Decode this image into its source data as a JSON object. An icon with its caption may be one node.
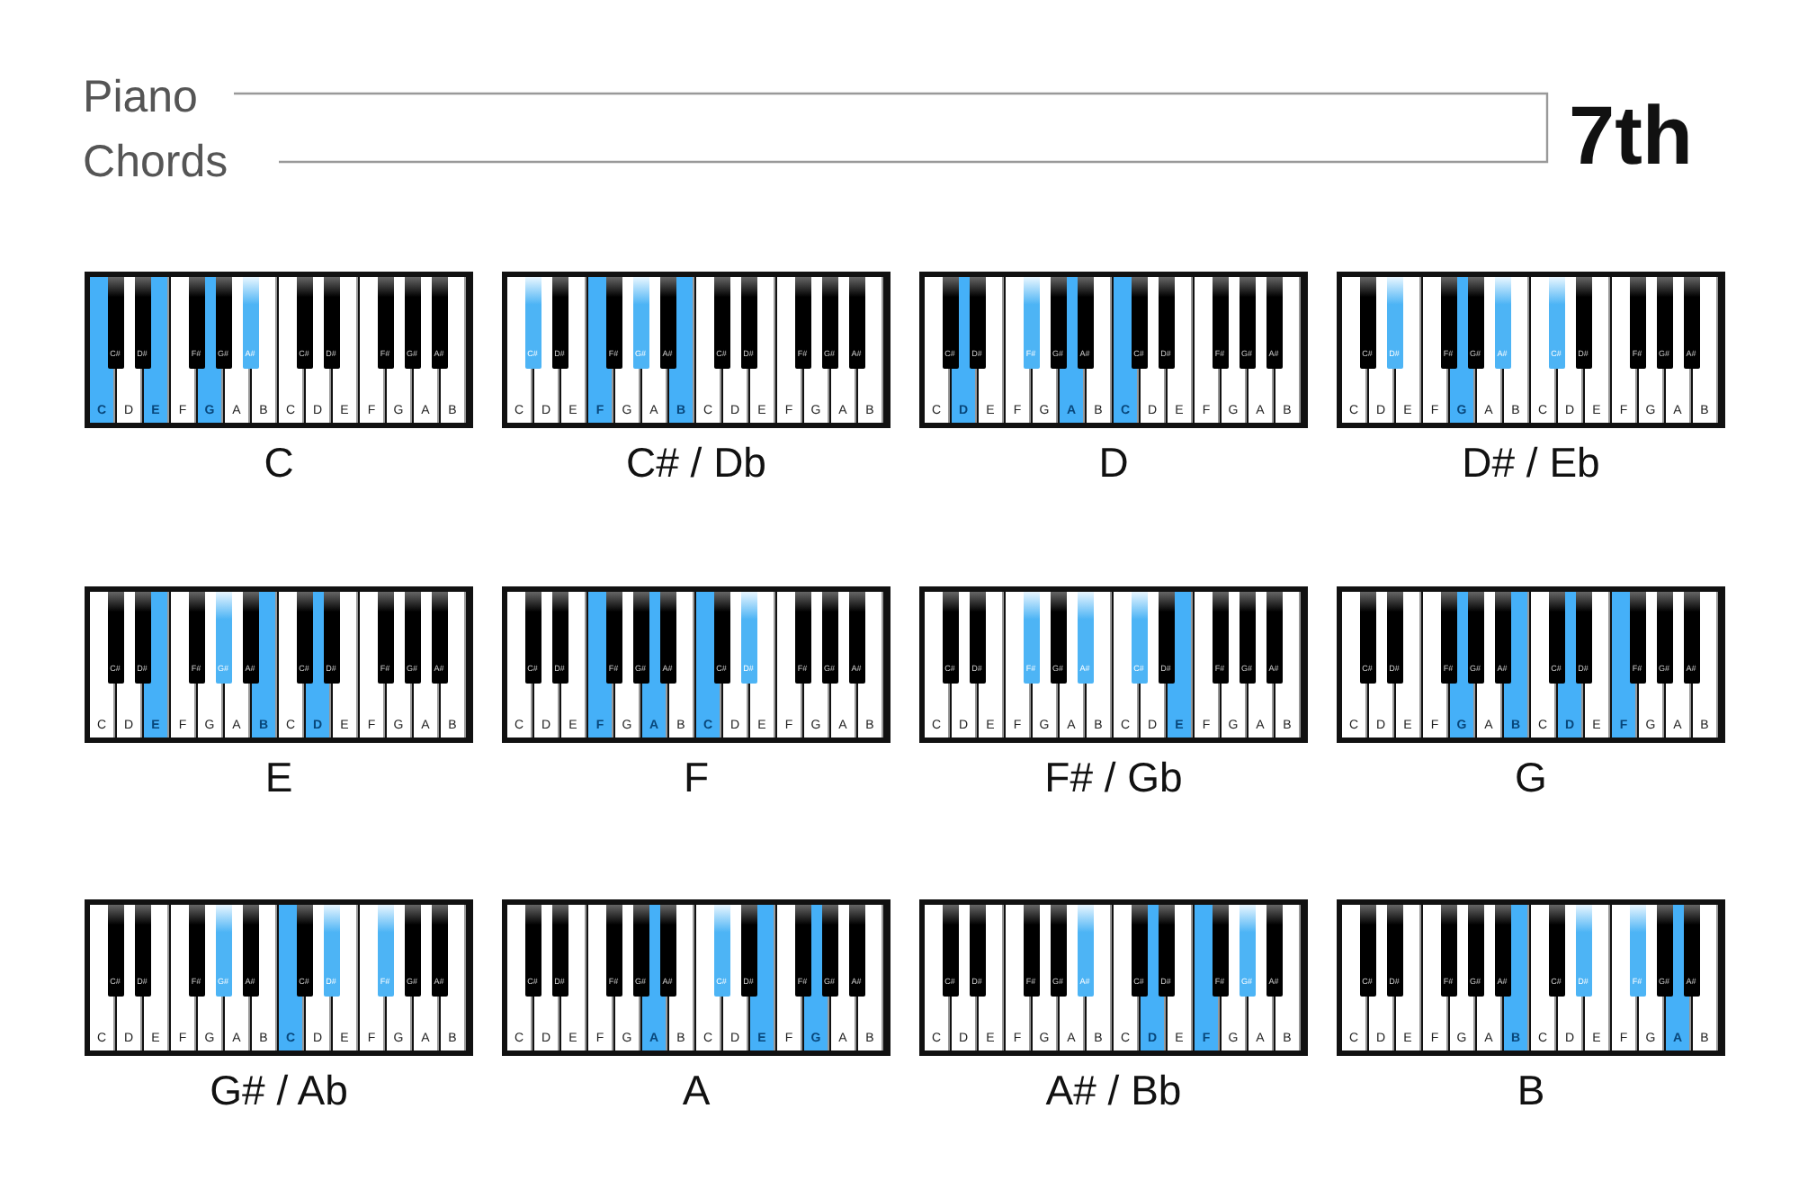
{
  "diagram": {
    "title": "**P**iano **C**hords",
    "nodes": [
      {
        "text": [
          "C#",
          "D#",
          "F#",
          "G#",
          "A#",
          "C#",
          "D#",
          "F#",
          "G#",
          "A#",
          "C",
          "D",
          "E",
          "F",
          "G",
          "A",
          "B",
          "C",
          "D",
          "E",
          "F",
          "G",
          "A",
          "B"
        ],
        "beside": [
          "C"
        ]
      },
      {
        "text": [
          "C#",
          "D#",
          "F#",
          "G#",
          "A#",
          "C#",
          "D#",
          "F#",
          "G#",
          "A#",
          "C",
          "D",
          "E",
          "F",
          "G",
          "A",
          "B",
          "C",
          "D",
          "E",
          "F",
          "G",
          "A",
          "B"
        ],
        "beside": [
          "C# / Db"
        ]
      },
      {
        "text": [
          "C#",
          "D#",
          "F#",
          "G#",
          "A#",
          "C#",
          "D#",
          "F#",
          "G#",
          "A#",
          "C",
          "D",
          "E",
          "F",
          "G",
          "A",
          "B",
          "C",
          "D",
          "E",
          "F",
          "G",
          "A",
          "B"
        ],
        "beside": [
          "D"
        ]
      },
      {
        "text": [
          "C#",
          "D#",
          "F#",
          "G#",
          "A#",
          "C#",
          "D#",
          "F#",
          "G#",
          "A#",
          "C",
          "D",
          "E",
          "F",
          "G",
          "A",
          "B",
          "C",
          "D",
          "E",
          "F",
          "G",
          "A",
          "B"
        ],
        "beside": [
          "D# / Eb"
        ]
      },
      {
        "text": [
          "C#",
          "D#",
          "F#",
          "G#",
          "A#",
          "C#",
          "D#",
          "F#",
          "G#",
          "A#",
          "C",
          "D",
          "E",
          "F",
          "G",
          "A",
          "B",
          "C",
          "D",
          "E",
          "F",
          "G",
          "A",
          "B"
        ],
        "beside": [
          "E"
        ]
      },
      {
        "text": [
          "C#",
          "D#",
          "F#",
          "G#",
          "A#",
          "C#",
          "D#",
          "F#",
          "G#",
          "A#",
          "C",
          "D",
          "E",
          "F",
          "G",
          "A",
          "B",
          "C",
          "D",
          "E",
          "F",
          "G",
          "A",
          "B"
        ],
        "beside": [
          "F"
        ]
      },
      {
        "text": [
          "C#",
          "D#",
          "F#",
          "G#",
          "A#",
          "C#",
          "D#",
          "F#",
          "G#",
          "A#",
          "C",
          "D",
          "E",
          "F",
          "G",
          "A",
          "B",
          "C",
          "D",
          "E",
          "F",
          "G",
          "A",
          "B"
        ],
        "beside": [
          "F# / Gb"
        ]
      },
      {
        "text": [
          "C#",
          "D#",
          "F#",
          "G#",
          "A#",
          "C#",
          "D#",
          "F#",
          "G#",
          "A#",
          "C",
          "D",
          "E",
          "F",
          "G",
          "A",
          "B",
          "C",
          "D",
          "E",
          "F",
          "G",
          "A",
          "B"
        ],
        "beside": [
          "G"
        ]
      },
      {
        "text": [
          "C#",
          "D#",
          "F#",
          "G#",
          "A#",
          "C#",
          "D#",
          "F#",
          "G#",
          "A#",
          "C",
          "D",
          "E",
          "F",
          "G",
          "A",
          "B",
          "C",
          "D",
          "E",
          "F",
          "G",
          "A",
          "B"
        ],
        "beside": [
          "G# / Ab"
        ]
      },
      {
        "text": [
          "C#",
          "D#",
          "F#",
          "G#",
          "A#",
          "C#",
          "D#",
          "F#",
          "G#",
          "A#",
          "C",
          "D",
          "E",
          "F",
          "G",
          "A",
          "B",
          "C",
          "D",
          "E",
          "F",
          "G",
          "A",
          "B"
        ],
        "beside": [
          "A"
        ]
      },
      {
        "text": [
          "C#",
          "D#",
          "F#",
          "G#",
          "A#",
          "C#",
          "D#",
          "F#",
          "G#",
          "A#",
          "C",
          "D",
          "E",
          "F",
          "G",
          "A",
          "B",
          "C",
          "D",
          "E",
          "F",
          "G",
          "A",
          "B"
        ],
        "beside": [
          "A# / Bb"
        ]
      },
      {
        "text": [
          "C#",
          "D#",
          "F#",
          "G#",
          "A#",
          "C#",
          "D#",
          "F#",
          "G#",
          "A#",
          "C",
          "D",
          "E",
          "F",
          "G",
          "A",
          "B",
          "C",
          "D",
          "E",
          "F",
          "G",
          "A",
          "B"
        ],
        "beside": [
          "B"
        ]
      }
    ],
    "labels": [
      "7th"
    ]
  }
}
